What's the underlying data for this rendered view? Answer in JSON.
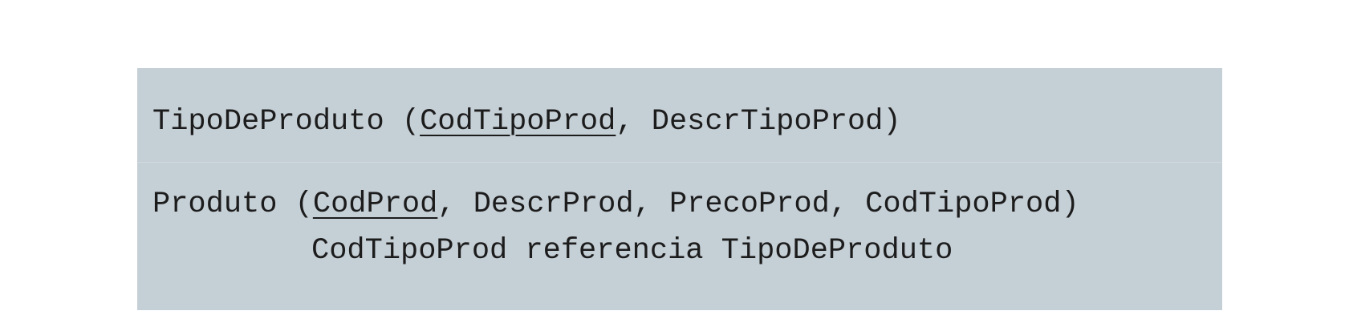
{
  "relations": [
    {
      "name": "TipoDeProduto",
      "primary_key": "CodTipoProd",
      "other_attributes": ", DescrTipoProd"
    },
    {
      "name": "Produto",
      "primary_key": "CodProd",
      "other_attributes": ", DescrProd, PrecoProd, CodTipoProd",
      "foreign_key_note": "CodTipoProd referencia TipoDeProduto"
    }
  ],
  "syntax": {
    "open_paren": " (",
    "close_paren": ")"
  }
}
